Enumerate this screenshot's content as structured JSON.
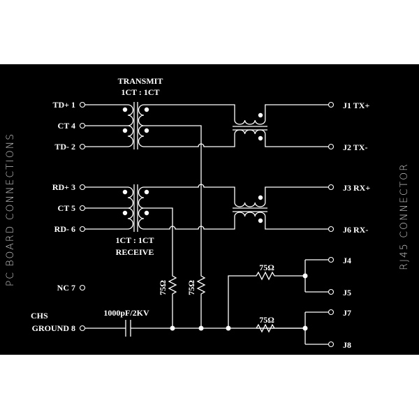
{
  "transmit": {
    "title": "TRANSMIT",
    "ratio": "1CT : 1CT"
  },
  "receive": {
    "ratio": "1CT : 1CT",
    "title": "RECEIVE"
  },
  "side_labels": {
    "left": "PC BOARD CONNECTIONS",
    "right": "RJ45 CONNECTOR"
  },
  "left_pins": [
    "TD+ 1",
    "CT 4",
    "TD- 2",
    "RD+ 3",
    "CT 5",
    "RD- 6",
    "NC 7",
    "GROUND 8"
  ],
  "chs_label": "CHS",
  "capacitor": "1000pF/2KV",
  "resistor": "75Ω",
  "right_pins": [
    "J1 TX+",
    "J2 TX-",
    "J3 RX+",
    "J6 RX-",
    "J4",
    "J5",
    "J7",
    "J8"
  ]
}
